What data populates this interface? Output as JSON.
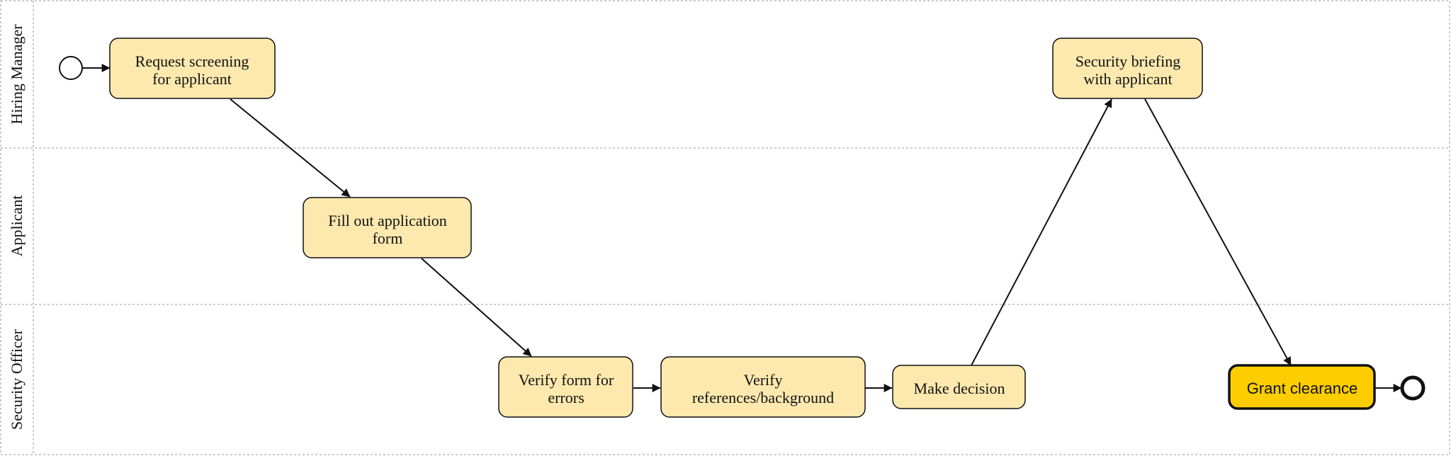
{
  "lanes": [
    {
      "id": "hiring-manager",
      "label": "Hiring Manager"
    },
    {
      "id": "applicant",
      "label": "Applicant"
    },
    {
      "id": "security-officer",
      "label": "Security Officer"
    }
  ],
  "tasks": [
    {
      "id": "request",
      "lines": [
        "Request screening",
        "for applicant"
      ]
    },
    {
      "id": "fill",
      "lines": [
        "Fill out application",
        "form"
      ]
    },
    {
      "id": "verify-form",
      "lines": [
        "Verify form for",
        "errors"
      ]
    },
    {
      "id": "verify-refs",
      "lines": [
        "Verify",
        "references/background"
      ]
    },
    {
      "id": "decision",
      "lines": [
        "Make decision"
      ]
    },
    {
      "id": "briefing",
      "lines": [
        "Security briefing",
        "with applicant"
      ]
    },
    {
      "id": "grant",
      "lines": [
        "Grant clearance"
      ]
    }
  ],
  "colors": {
    "task_fill": "#fde9ae",
    "highlight_fill": "#fecd00",
    "stroke": "#111111",
    "lane_border": "#999999"
  }
}
